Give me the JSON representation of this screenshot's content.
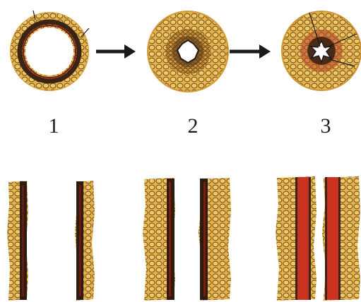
{
  "stages": [
    {
      "label": "1"
    },
    {
      "label": "2"
    },
    {
      "label": "3"
    }
  ],
  "colors": {
    "tissue_light": "#e8b44c",
    "tissue_mid": "#c98e2c",
    "cell_wall": "#5a3a1a",
    "dark_ring": "#3b2416",
    "red_core": "#c8321e",
    "arrow": "#1a1a1a",
    "background": "#ffffff"
  }
}
